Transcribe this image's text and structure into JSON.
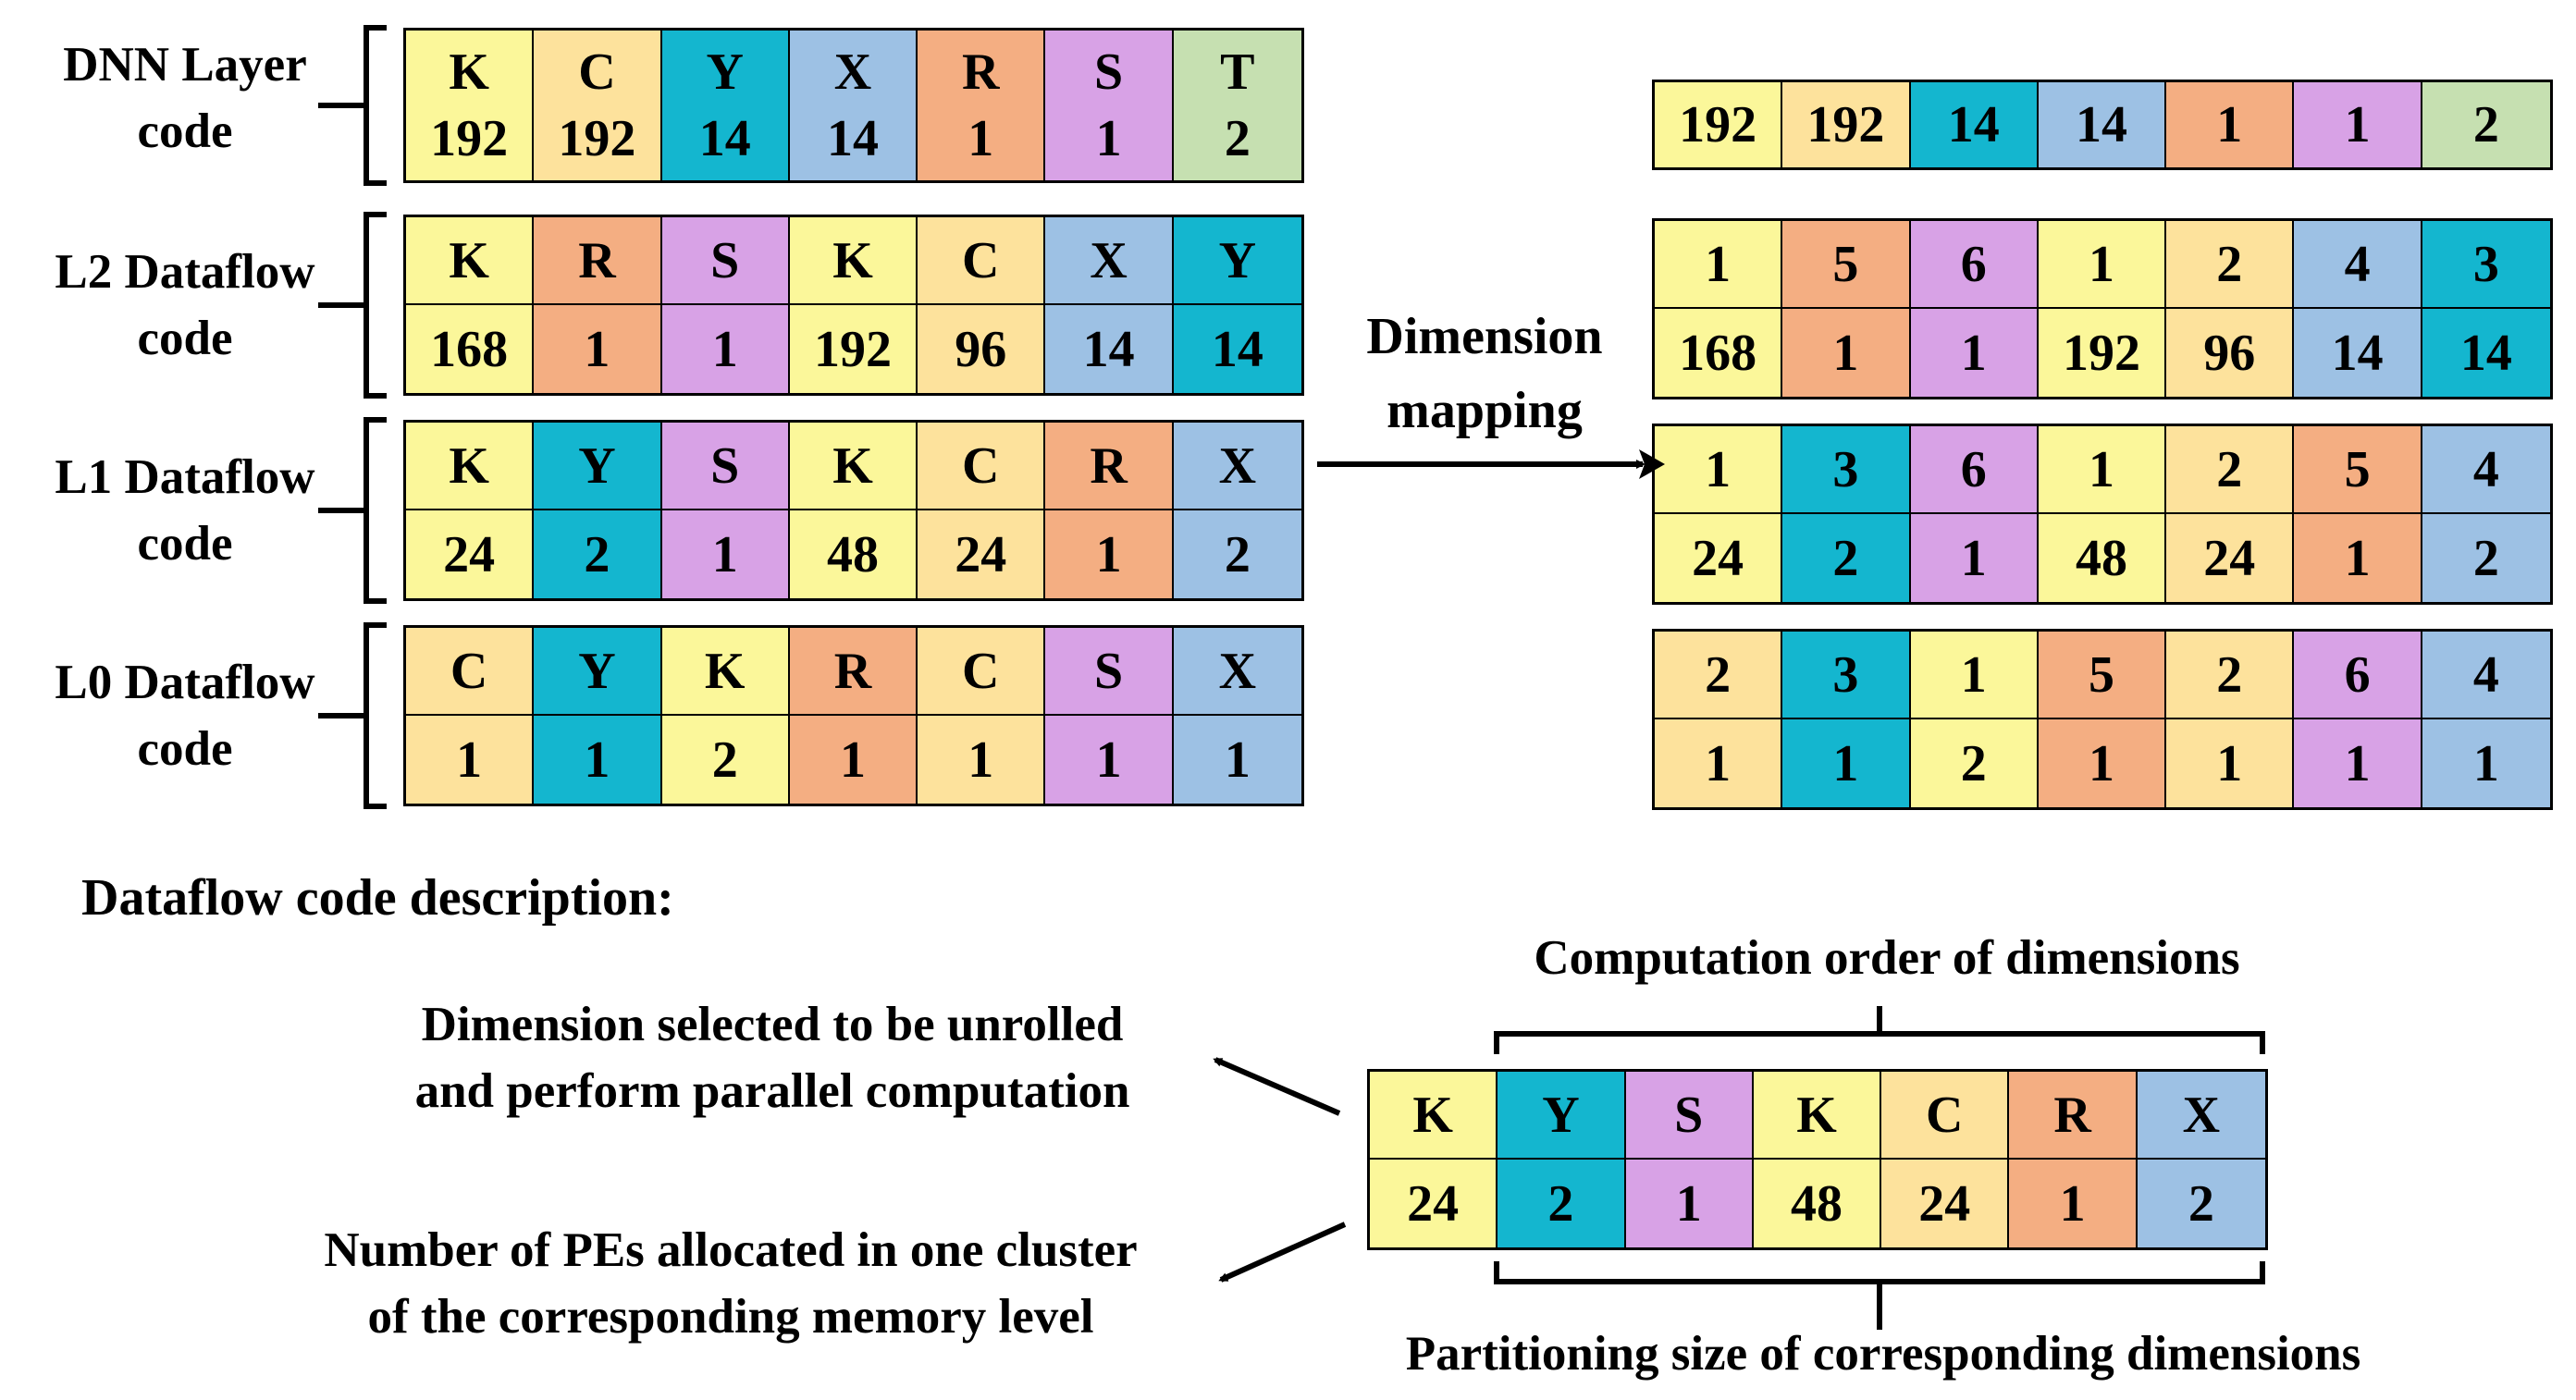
{
  "colors": {
    "K": "#fbf79a",
    "C": "#fde29c",
    "Y": "#14b6cf",
    "X": "#9dc1e4",
    "R": "#f4ae82",
    "S": "#d8a2e6",
    "T": "#c6e0b1"
  },
  "left_tables": [
    {
      "label_line1": "DNN Layer",
      "label_line2": "code",
      "stacked": true,
      "dims": [
        "K",
        "C",
        "Y",
        "X",
        "R",
        "S",
        "T"
      ],
      "values": [
        "192",
        "192",
        "14",
        "14",
        "1",
        "1",
        "2"
      ]
    },
    {
      "label_line1": "L2 Dataflow",
      "label_line2": "code",
      "stacked": false,
      "dims": [
        "K",
        "R",
        "S",
        "K",
        "C",
        "X",
        "Y"
      ],
      "values": [
        "168",
        "1",
        "1",
        "192",
        "96",
        "14",
        "14"
      ]
    },
    {
      "label_line1": "L1 Dataflow",
      "label_line2": "code",
      "stacked": false,
      "dims": [
        "K",
        "Y",
        "S",
        "K",
        "C",
        "R",
        "X"
      ],
      "values": [
        "24",
        "2",
        "1",
        "48",
        "24",
        "1",
        "2"
      ]
    },
    {
      "label_line1": "L0 Dataflow",
      "label_line2": "code",
      "stacked": false,
      "dims": [
        "C",
        "Y",
        "K",
        "R",
        "C",
        "S",
        "X"
      ],
      "values": [
        "1",
        "1",
        "2",
        "1",
        "1",
        "1",
        "1"
      ]
    }
  ],
  "right_tables": [
    {
      "dims": [
        "K",
        "C",
        "Y",
        "X",
        "R",
        "S",
        "T"
      ],
      "values": [
        "192",
        "192",
        "14",
        "14",
        "1",
        "1",
        "2"
      ]
    },
    {
      "dims": [
        "K",
        "R",
        "S",
        "K",
        "C",
        "X",
        "Y"
      ],
      "top": [
        "1",
        "5",
        "6",
        "1",
        "2",
        "4",
        "3"
      ],
      "values": [
        "168",
        "1",
        "1",
        "192",
        "96",
        "14",
        "14"
      ]
    },
    {
      "dims": [
        "K",
        "Y",
        "S",
        "K",
        "C",
        "R",
        "X"
      ],
      "top": [
        "1",
        "3",
        "6",
        "1",
        "2",
        "5",
        "4"
      ],
      "values": [
        "24",
        "2",
        "1",
        "48",
        "24",
        "1",
        "2"
      ]
    },
    {
      "dims": [
        "C",
        "Y",
        "K",
        "R",
        "C",
        "S",
        "X"
      ],
      "top": [
        "2",
        "3",
        "1",
        "5",
        "2",
        "6",
        "4"
      ],
      "values": [
        "1",
        "1",
        "2",
        "1",
        "1",
        "1",
        "1"
      ]
    }
  ],
  "mapping_label": {
    "line1": "Dimension",
    "line2": "mapping"
  },
  "description": {
    "heading": "Dataflow code description:",
    "computation_order": "Computation order of dimensions",
    "partitioning_size": "Partitioning size of corresponding dimensions",
    "unrolled_line1": "Dimension selected to be unrolled",
    "unrolled_line2": "and perform parallel computation",
    "pes_line1": "Number of PEs allocated in one cluster",
    "pes_line2": "of the corresponding memory level",
    "example": {
      "dims": [
        "K",
        "Y",
        "S",
        "K",
        "C",
        "R",
        "X"
      ],
      "values": [
        "24",
        "2",
        "1",
        "48",
        "24",
        "1",
        "2"
      ]
    }
  }
}
